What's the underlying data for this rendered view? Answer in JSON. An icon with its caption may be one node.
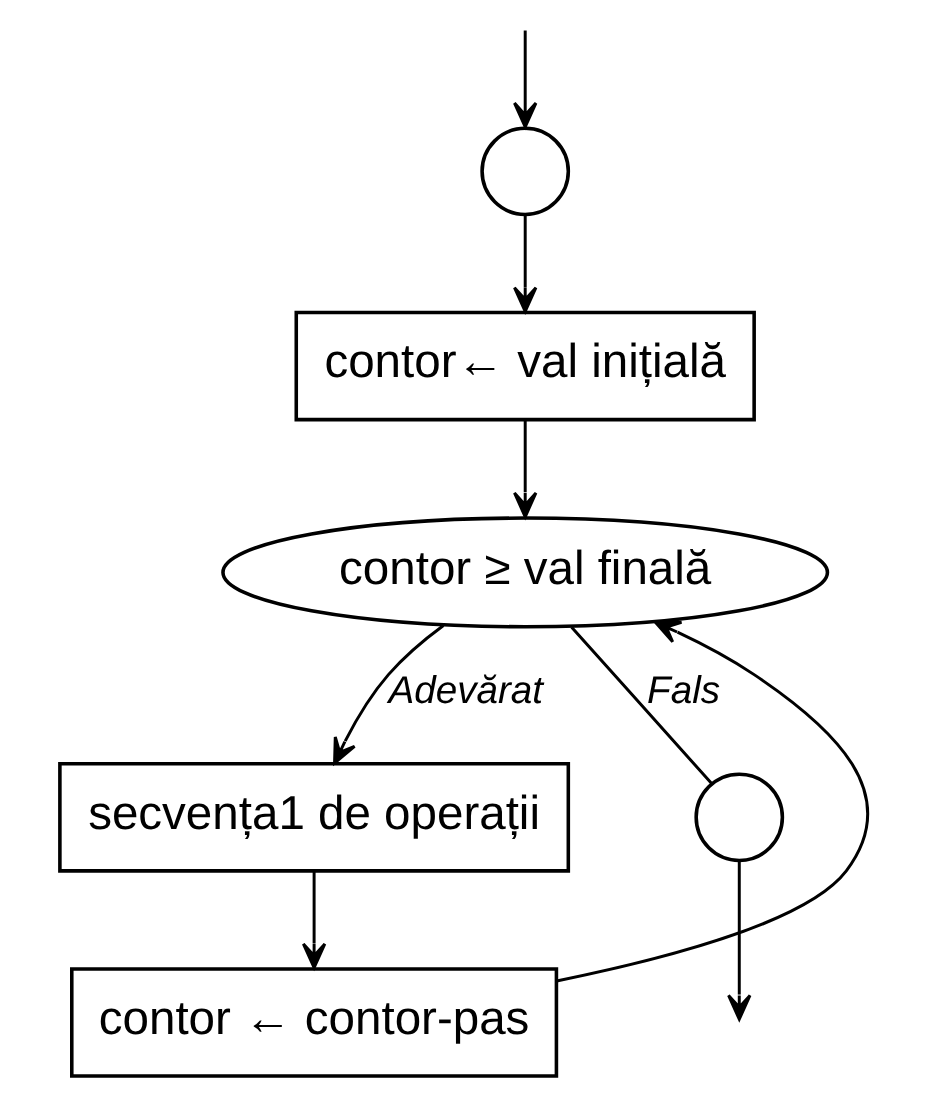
{
  "diagram": {
    "nodes": [
      {
        "text": [],
        "shape": "circle"
      },
      {
        "text": [
          "contor← val inițială"
        ]
      },
      {
        "text": [
          "contor ≥ val finală"
        ]
      },
      {
        "text": [
          "secvența1 de operații"
        ]
      },
      {
        "text": [
          "contor ← contor-pas"
        ]
      },
      {
        "text": [],
        "shape": "circle"
      }
    ],
    "edges": [
      {
        "from": null,
        "to": 0,
        "arrow": "to"
      },
      {
        "from": 0,
        "to": 1,
        "arrow": "to"
      },
      {
        "from": 1,
        "to": 2,
        "arrow": "to"
      },
      {
        "from": 2,
        "to": 3,
        "arrow": "to",
        "label": "Adevărat"
      },
      {
        "from": 3,
        "to": 4,
        "arrow": "to"
      },
      {
        "from": 4,
        "to": 2,
        "arrow": "to"
      },
      {
        "from": 2,
        "to": 5,
        "arrow": "none",
        "label": "Fals"
      },
      {
        "from": 5,
        "to": null,
        "arrow": "to"
      }
    ]
  }
}
